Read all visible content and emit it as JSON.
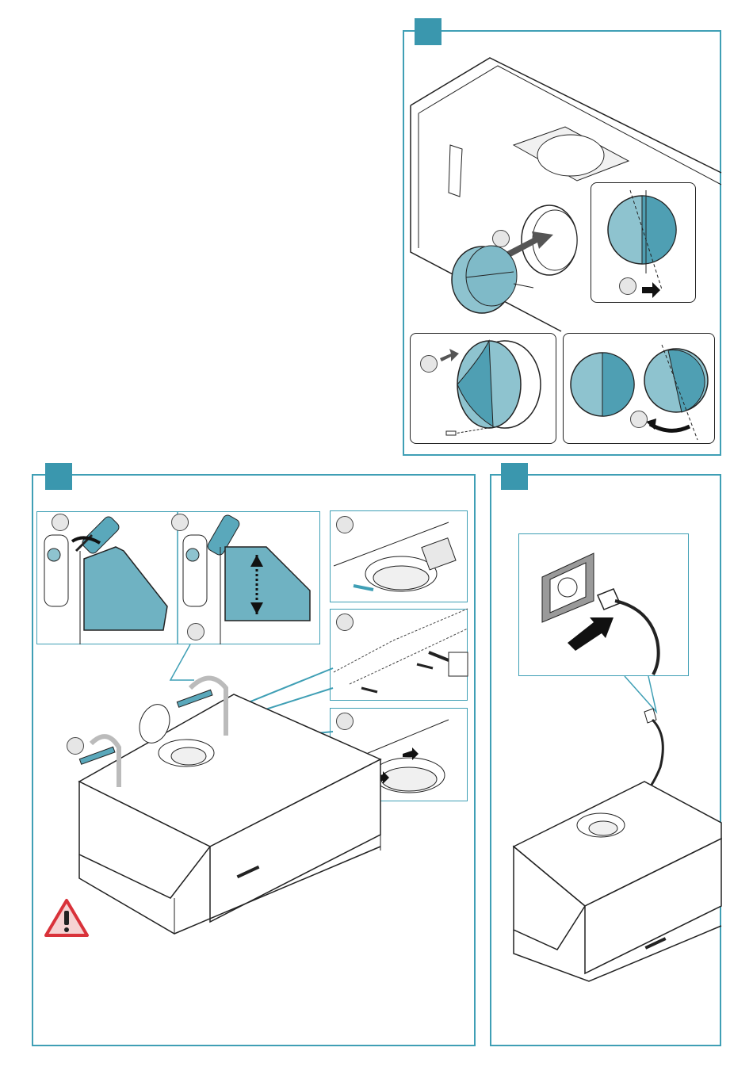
{
  "colors": {
    "frame": "#3f9fb5",
    "marker": "#3a97ae",
    "part_fill": "#8ec3cf",
    "part_dark": "#4f9fb3",
    "outline": "#222222",
    "warning_red": "#d9323a",
    "warning_fill": "#f6d2d2"
  },
  "icons": {
    "warning": "warning-triangle-icon",
    "arrow": "push-arrow-icon",
    "screwdriver": "screwdriver-icon",
    "plug": "power-plug-icon",
    "socket": "wall-socket-icon"
  },
  "panels": {
    "top_right": {
      "name": "backdraft-damper-installation",
      "callouts": 4
    },
    "bottom_left": {
      "name": "wall-bracket-mounting",
      "callouts": 6,
      "warning": true
    },
    "bottom_right": {
      "name": "electrical-connection",
      "callouts": 0
    }
  }
}
